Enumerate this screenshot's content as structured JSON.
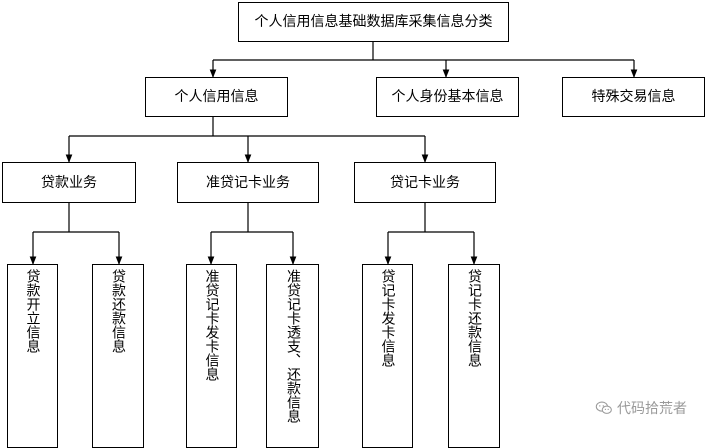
{
  "root": {
    "label": "个人信用信息基础数据库采集信息分类"
  },
  "level1": [
    {
      "label": "个人信用信息"
    },
    {
      "label": "个人身份基本信息"
    },
    {
      "label": "特殊交易信息"
    }
  ],
  "level2": [
    {
      "label": "贷款业务"
    },
    {
      "label": "准贷记卡业务"
    },
    {
      "label": "贷记卡业务"
    }
  ],
  "level3": [
    {
      "label": "贷款开立信息"
    },
    {
      "label": "贷款还款信息"
    },
    {
      "label": "准贷记卡发卡信息"
    },
    {
      "label": "准贷记卡透支、还款信息"
    },
    {
      "label": "贷记卡发卡信息"
    },
    {
      "label": "贷记卡还款信息"
    }
  ],
  "watermark": {
    "text": "代码拾荒者",
    "icon": "wechat-icon"
  }
}
